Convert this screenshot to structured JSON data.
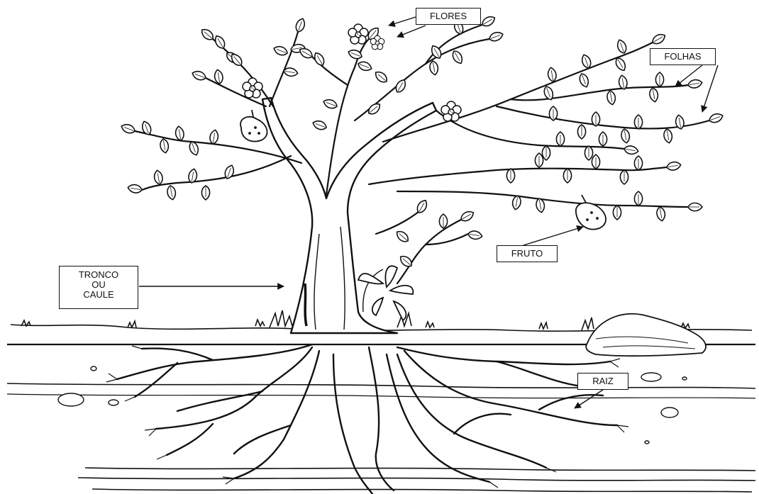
{
  "labels": {
    "flores": "FLORES",
    "folhas": "FOLHAS",
    "fruto": "FRUTO",
    "raiz": "RAIZ",
    "tronco": [
      "TRONCO",
      "OU",
      "CAULE"
    ]
  }
}
